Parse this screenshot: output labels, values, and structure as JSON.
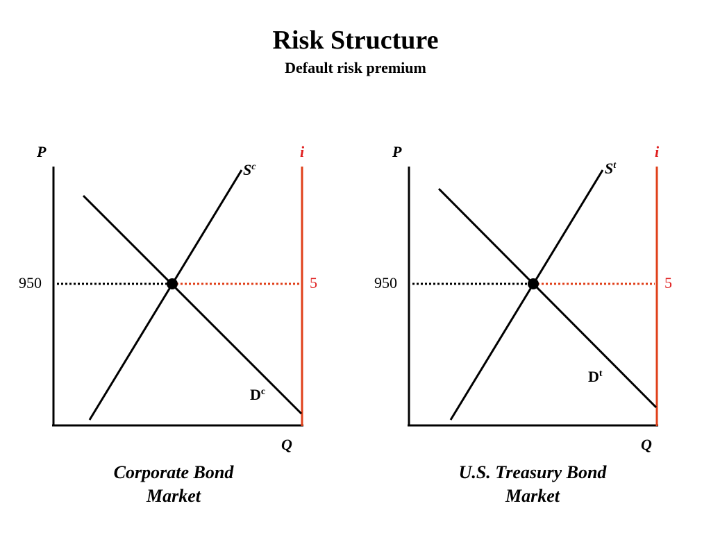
{
  "slide": {
    "title": "Risk Structure",
    "subtitle": "Default risk premium"
  },
  "colors": {
    "axis": "#000000",
    "interest_axis": "#e0401a",
    "interest_text": "#e02020"
  },
  "markets": [
    {
      "name": "Corporate Bond Market",
      "caption_line1": "Corporate Bond",
      "caption_line2": "Market",
      "price_axis_label": "P",
      "interest_axis_label": "i",
      "quantity_axis_label": "Q",
      "price_value": "950",
      "interest_value": "5",
      "supply_label_base": "S",
      "supply_label_sup": "c",
      "demand_label_base": "D",
      "demand_label_sup": "c"
    },
    {
      "name": "U.S. Treasury Bond Market",
      "caption_line1": "U.S. Treasury Bond",
      "caption_line2": "Market",
      "price_axis_label": "P",
      "interest_axis_label": "i",
      "quantity_axis_label": "Q",
      "price_value": "950",
      "interest_value": "5",
      "supply_label_base": "S",
      "supply_label_sup": "t",
      "demand_label_base": "D",
      "demand_label_sup": "t"
    }
  ]
}
